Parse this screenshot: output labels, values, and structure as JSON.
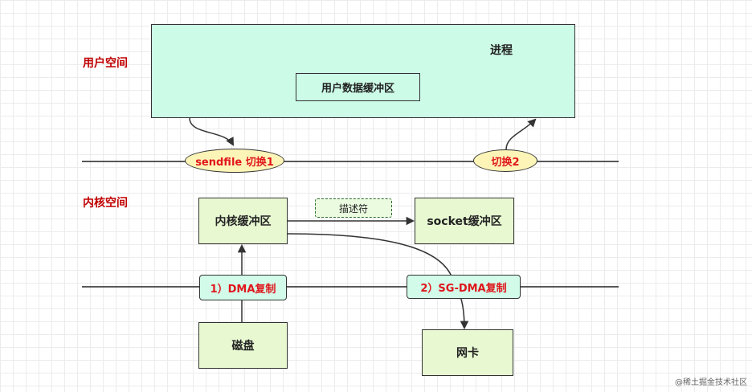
{
  "zones": {
    "user_space": "用户空间",
    "kernel_space": "内核空间"
  },
  "nodes": {
    "process": "进程",
    "user_buffer": "用户数据缓冲区",
    "kernel_buffer": "内核缓冲区",
    "socket_buffer": "socket缓冲区",
    "disk": "磁盘",
    "nic": "网卡",
    "descriptor": "描述符"
  },
  "switches": {
    "sendfile_switch": "sendfile 切换1",
    "switch2": "切换2"
  },
  "copies": {
    "dma_copy": "1）DMA复制",
    "sg_dma_copy": "2）SG-DMA复制"
  },
  "watermark": "@稀土掘金技术社区",
  "colors": {
    "highlight_red": "#e0161c",
    "label_red": "#c00000",
    "process_fill": "#ccfbe7",
    "box_fill": "#e8f9d2",
    "switch_fill": "#fdf5b8"
  }
}
